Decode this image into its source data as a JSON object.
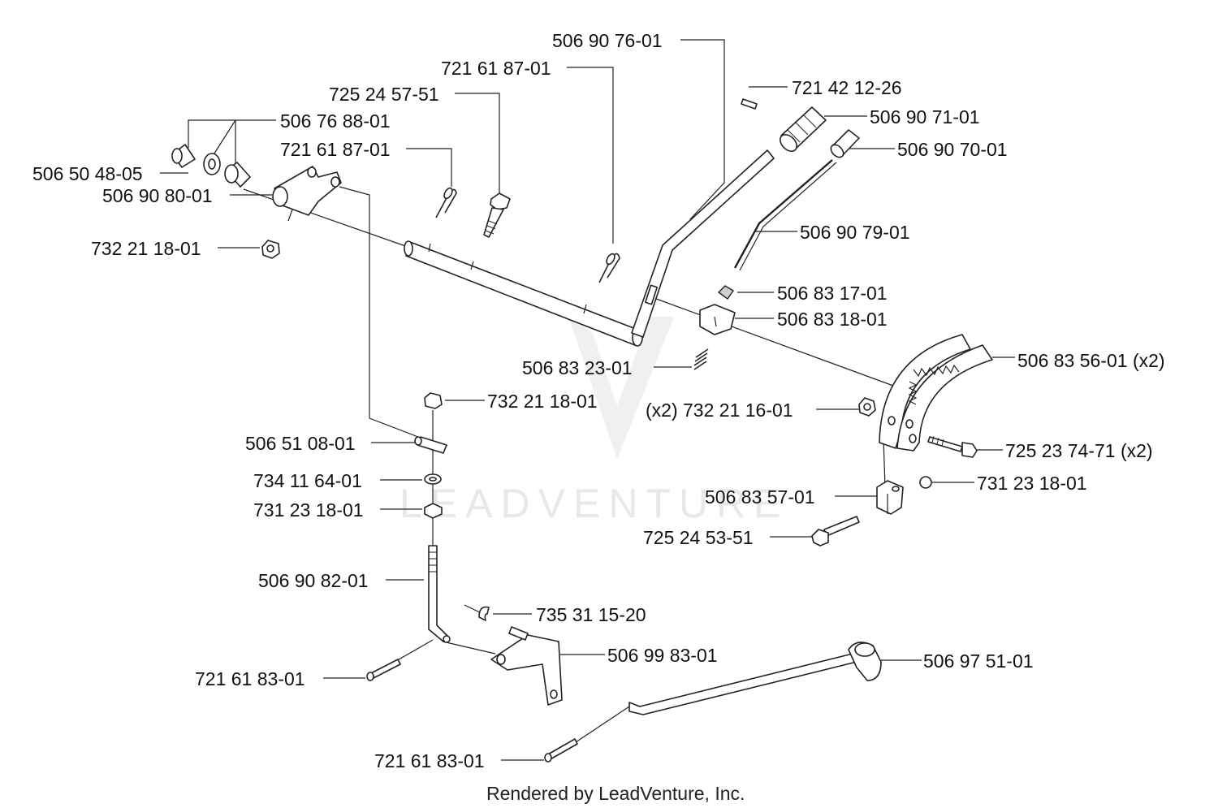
{
  "watermark": {
    "text": "LEADVENTURE"
  },
  "footer": {
    "text": "Rendered by LeadVenture, Inc."
  },
  "qty_marker": "(x2)",
  "labels": {
    "p_506907601": "506 90 76-01",
    "p_721618701_top": "721 61 87-01",
    "p_721421226": "721 42 12-26",
    "p_725245751": "725 24 57-51",
    "p_506907101": "506 90 71-01",
    "p_506768801": "506 76 88-01",
    "p_721618701": "721 61 87-01",
    "p_506907001": "506 90 70-01",
    "p_506504805": "506 50 48-05",
    "p_506908001": "506 90 80-01",
    "p_506907901": "506 90 79-01",
    "p_732211801_top": "732 21 18-01",
    "p_506831701": "506 83 17-01",
    "p_506831801": "506 83 18-01",
    "p_506835601": "506 83 56-01",
    "p_506832301": "506 83 23-01",
    "p_732211801": "732 21 18-01",
    "p_732211601": "732 21 16-01",
    "p_506510801": "506 51 08-01",
    "p_725237471": "725 23 74-71",
    "p_734116401": "734 11 64-01",
    "p_731231801_right": "731 23 18-01",
    "p_506835701": "506 83 57-01",
    "p_731231801": "731 23 18-01",
    "p_725245351": "725 24 53-51",
    "p_506908201": "506 90 82-01",
    "p_735311520": "735 31 15-20",
    "p_506998301": "506 99 83-01",
    "p_506975101": "506 97 51-01",
    "p_721618301": "721 61 83-01",
    "p_721618301_bottom": "721 61 83-01"
  }
}
